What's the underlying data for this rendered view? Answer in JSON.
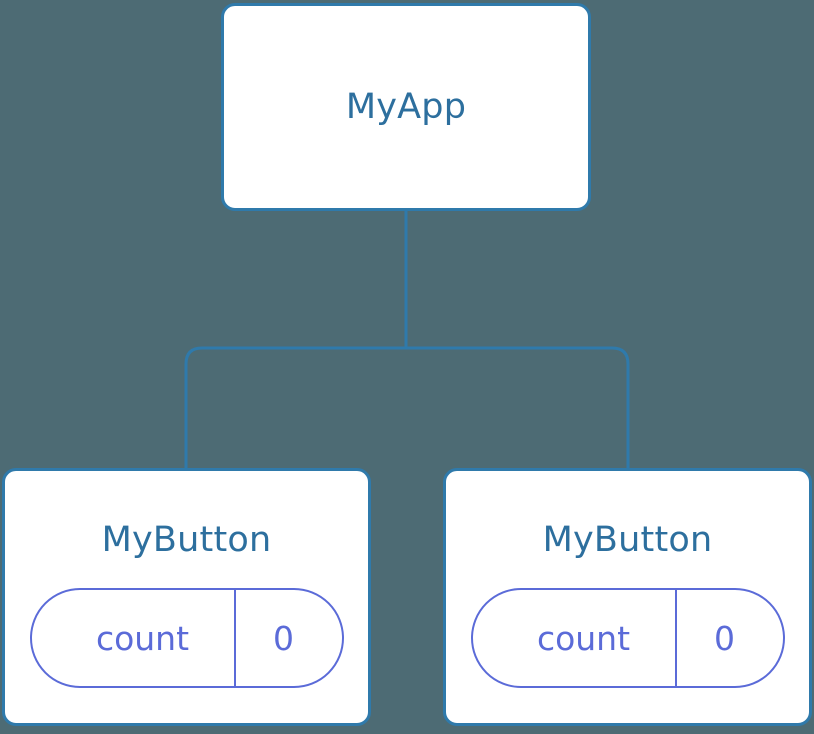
{
  "diagram": {
    "type": "component-tree",
    "background_color": "#4d6b74",
    "node_border_color": "#2f7aab",
    "node_title_color": "#2d6f9e",
    "state_accent_color": "#5b6bd8",
    "edge_color": "#2f7aab",
    "nodes": [
      {
        "id": "root",
        "title": "MyApp",
        "state": null
      },
      {
        "id": "child-left",
        "title": "MyButton",
        "state": {
          "key": "count",
          "value": "0"
        }
      },
      {
        "id": "child-right",
        "title": "MyButton",
        "state": {
          "key": "count",
          "value": "0"
        }
      }
    ],
    "edges": [
      {
        "from": "root",
        "to": "child-left"
      },
      {
        "from": "root",
        "to": "child-right"
      }
    ]
  }
}
